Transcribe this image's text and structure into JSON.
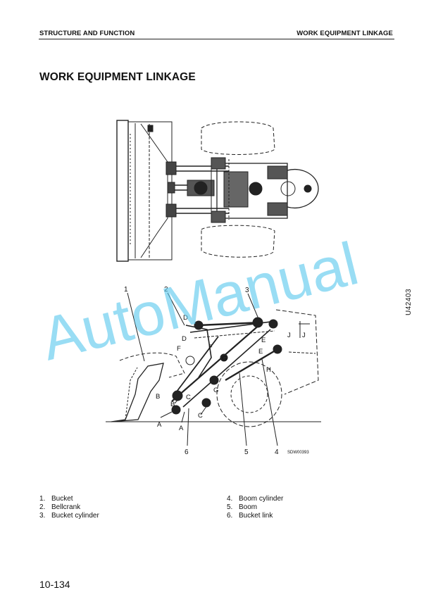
{
  "header": {
    "left": "STRUCTURE AND FUNCTION",
    "right": "WORK EQUIPMENT LINKAGE"
  },
  "title": "WORK EQUIPMENT LINKAGE",
  "side_code": "U42403",
  "figure": {
    "callouts": [
      "1",
      "2",
      "3",
      "4",
      "5",
      "6"
    ],
    "section_labels": [
      "A",
      "B",
      "C",
      "D",
      "E",
      "F",
      "G",
      "H",
      "J"
    ],
    "drawing_code": "SDW00393"
  },
  "watermark": "AutoManual",
  "legend": {
    "left": [
      {
        "num": "1.",
        "label": "Bucket"
      },
      {
        "num": "2.",
        "label": "Bellcrank"
      },
      {
        "num": "3.",
        "label": "Bucket cylinder"
      }
    ],
    "right": [
      {
        "num": "4.",
        "label": "Boom cylinder"
      },
      {
        "num": "5.",
        "label": "Boom"
      },
      {
        "num": "6.",
        "label": "Bucket link"
      }
    ]
  },
  "page_number": "10-134",
  "colors": {
    "watermark": "#5bc8ee",
    "ink": "#111111"
  }
}
